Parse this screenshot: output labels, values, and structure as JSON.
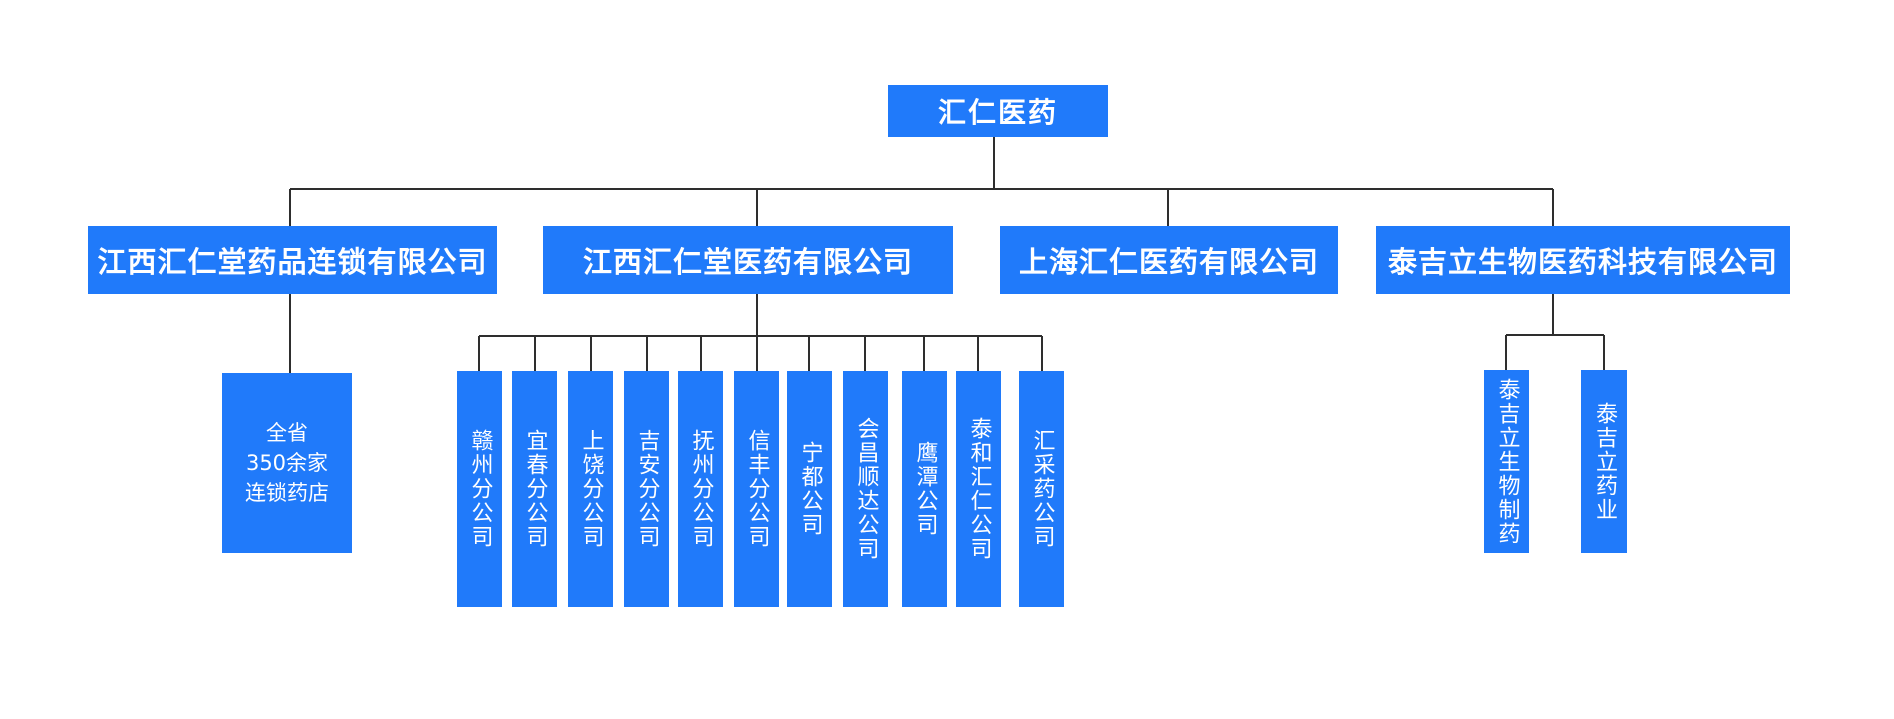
{
  "palette": {
    "node_blue": "#207AFA",
    "connector_color": "#2e2e2e",
    "node_text_color": "#ffffff",
    "background": "#ffffff"
  },
  "org": {
    "root": {
      "label": "汇仁医药"
    },
    "divisions": [
      {
        "label": "江西汇仁堂药品连锁有限公司"
      },
      {
        "label": "江西汇仁堂医药有限公司"
      },
      {
        "label": "上海汇仁医药有限公司"
      },
      {
        "label": "泰吉立生物医药科技有限公司"
      }
    ],
    "retail_network": {
      "lines": [
        "全省",
        "350余家",
        "连锁药店"
      ]
    },
    "medicine_branches": [
      {
        "label": "赣州分公司"
      },
      {
        "label": "宜春分公司"
      },
      {
        "label": "上饶分公司"
      },
      {
        "label": "吉安分公司"
      },
      {
        "label": "抚州分公司"
      },
      {
        "label": "信丰分公司"
      },
      {
        "label": "宁都公司"
      },
      {
        "label": "会昌顺达公司"
      },
      {
        "label": "鹰潭公司"
      },
      {
        "label": "泰和汇仁公司"
      },
      {
        "label": "汇采药公司"
      }
    ],
    "taijili_subsidiaries": [
      {
        "label": "泰吉立生物制药"
      },
      {
        "label": "泰吉立药业"
      }
    ]
  }
}
